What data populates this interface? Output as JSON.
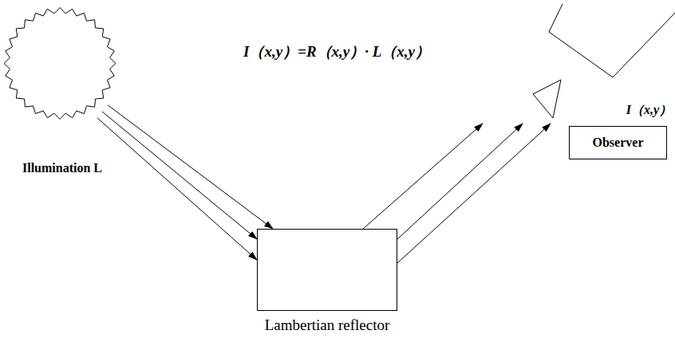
{
  "diagram": {
    "nodes": [
      {
        "text": [
          "Illumination L"
        ]
      },
      {
        "text": [
          "Lambertian reflector"
        ]
      },
      {
        "text": [
          "I（x,y）"
        ]
      },
      {
        "text": [
          "Observer"
        ]
      }
    ],
    "edges": [
      {
        "from": 0,
        "to": 1,
        "arrow": "to"
      },
      {
        "from": 0,
        "to": 1,
        "arrow": "to"
      },
      {
        "from": 0,
        "to": 1,
        "arrow": "to"
      },
      {
        "from": 1,
        "to": 2,
        "arrow": "to"
      },
      {
        "from": 1,
        "to": 2,
        "arrow": "to"
      },
      {
        "from": 1,
        "to": 2,
        "arrow": "to"
      }
    ],
    "labels": [
      "I（x,y）=R（x,y）· L（x,y）"
    ]
  }
}
